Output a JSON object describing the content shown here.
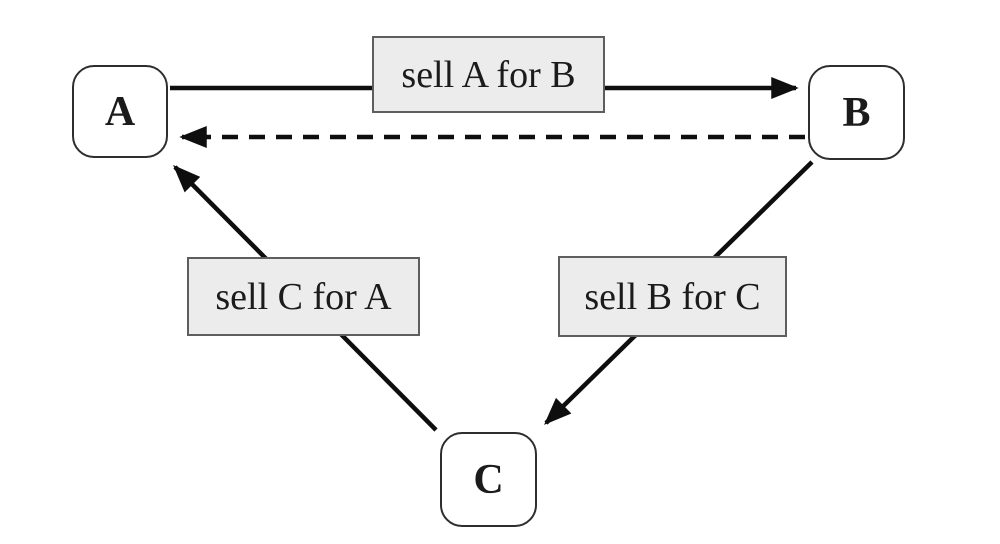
{
  "nodes": {
    "a": {
      "label": "A"
    },
    "b": {
      "label": "B"
    },
    "c": {
      "label": "C"
    }
  },
  "edges": {
    "a_to_b": {
      "label": "sell A for B",
      "style": "solid-arrow"
    },
    "b_to_a": {
      "style": "dashed-arrow"
    },
    "b_to_c": {
      "label": "sell B for C",
      "style": "solid-arrow"
    },
    "c_to_a": {
      "label": "sell C for A",
      "style": "solid-arrow"
    }
  },
  "colors": {
    "background": "#ffffff",
    "arrow": "#0e0e0e",
    "node_border": "#2e2e2e",
    "label_box_fill": "#ececec",
    "label_box_border": "#5e5e5e",
    "text": "#1b1b1b"
  }
}
